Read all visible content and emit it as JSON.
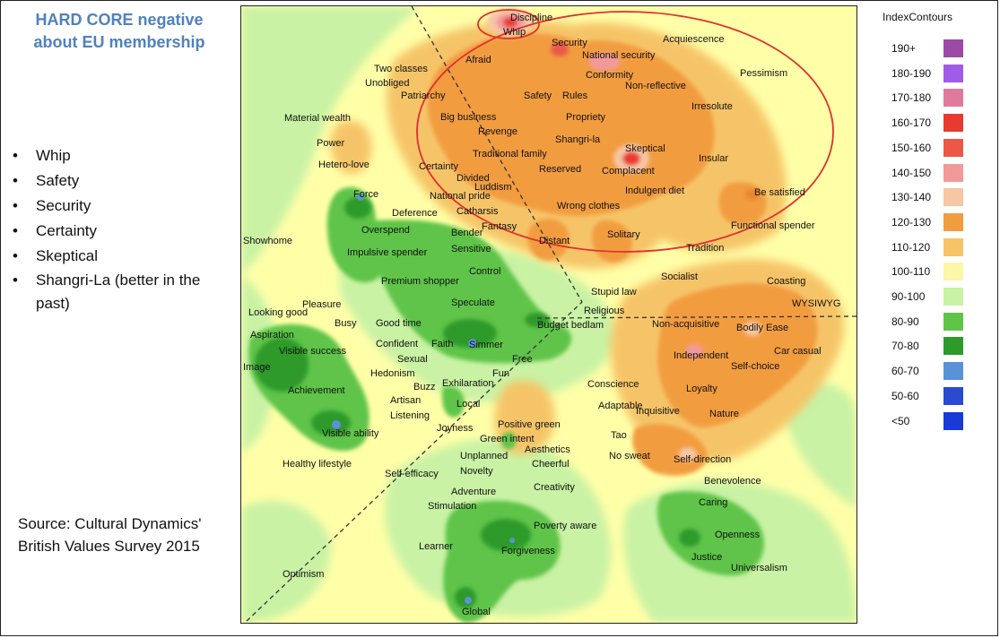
{
  "slide": {
    "title": "HARD CORE negative about EU membership",
    "bullets": [
      "Whip",
      "Safety",
      "Security",
      "Certainty",
      "Skeptical",
      "Shangri-La (better in the past)"
    ],
    "source": "Source: Cultural Dynamics' British Values Survey 2015"
  },
  "colors": {
    "accent": "#4f81bd",
    "background_yellow": "#ffffa8",
    "light_green": "#c4f0a0",
    "orange": "#f0a050",
    "dark_orange": "#e8852c",
    "green": "#5fc04a",
    "dark_green": "#3a9a30",
    "highlight_circle": "#e03030"
  },
  "chart_data": {
    "type": "heatmap",
    "legend": {
      "title": "IndexContours",
      "items": [
        {
          "label": "190+",
          "color": "#9b4aa6"
        },
        {
          "label": "180-190",
          "color": "#9f5ce6"
        },
        {
          "label": "170-180",
          "color": "#e07a9c"
        },
        {
          "label": "160-170",
          "color": "#e83a30"
        },
        {
          "label": "150-160",
          "color": "#ec5848"
        },
        {
          "label": "140-150",
          "color": "#f29a9a"
        },
        {
          "label": "130-140",
          "color": "#f7c6a4"
        },
        {
          "label": "120-130",
          "color": "#f29c40"
        },
        {
          "label": "110-120",
          "color": "#f6c468"
        },
        {
          "label": "100-110",
          "color": "#fbf6a8"
        },
        {
          "label": "90-100",
          "color": "#c9f2a4"
        },
        {
          "label": "80-90",
          "color": "#5fc448"
        },
        {
          "label": "70-80",
          "color": "#2f9a2a"
        },
        {
          "label": "60-70",
          "color": "#5a92d6"
        },
        {
          "label": "50-60",
          "color": "#2a4ad0"
        },
        {
          "label": "<50",
          "color": "#1a3ad6"
        }
      ]
    },
    "values_map_labels": [
      "Discipline",
      "Whip",
      "Security",
      "National security",
      "Acquiescence",
      "Afraid",
      "Two classes",
      "Unobliged",
      "Conformity",
      "Pessimism",
      "Patriarchy",
      "Safety",
      "Rules",
      "Non-reflective",
      "Irresolute",
      "Material wealth",
      "Big business",
      "Propriety",
      "Revenge",
      "Shangri-la",
      "Power",
      "Skeptical",
      "Traditional family",
      "Insular",
      "Hetero-love",
      "Certainty",
      "Reserved",
      "Complacent",
      "Divided",
      "Luddism",
      "Indulgent diet",
      "Be satisfied",
      "Force",
      "National pride",
      "Deference",
      "Catharsis",
      "Wrong clothes",
      "Fantasy",
      "Bender",
      "Showhome",
      "Overspend",
      "Solitary",
      "Distant",
      "Functional spender",
      "Tradition",
      "Impulsive spender",
      "Sensitive",
      "Control",
      "Premium shopper",
      "Socialist",
      "Coasting",
      "Stupid law",
      "Pleasure",
      "Speculate",
      "Religious",
      "WYSIWYG",
      "Looking good",
      "Busy",
      "Good time",
      "Budget bedlam",
      "Non-acquisitive",
      "Bodily Ease",
      "Aspiration",
      "Visible success",
      "Confident",
      "Faith",
      "Simmer",
      "Independent",
      "Car casual",
      "Sexual",
      "Free",
      "Image",
      "Self-choice",
      "Hedonism",
      "Fun",
      "Achievement",
      "Buzz",
      "Exhilaration",
      "Conscience",
      "Loyalty",
      "Artisan",
      "Local",
      "Listening",
      "Adaptable",
      "Inquisitive",
      "Nature",
      "Joyness",
      "Positive green",
      "Visible ability",
      "Green intent",
      "Tao",
      "Aesthetics",
      "Unplanned",
      "No sweat",
      "Self-direction",
      "Healthy lifestyle",
      "Cheerful",
      "Self-efficacy",
      "Novelty",
      "Benevolence",
      "Creativity",
      "Adventure",
      "Stimulation",
      "Caring",
      "Poverty aware",
      "Openness",
      "Learner",
      "Forgiveness",
      "Justice",
      "Universalism",
      "Optimism",
      "Global"
    ]
  }
}
